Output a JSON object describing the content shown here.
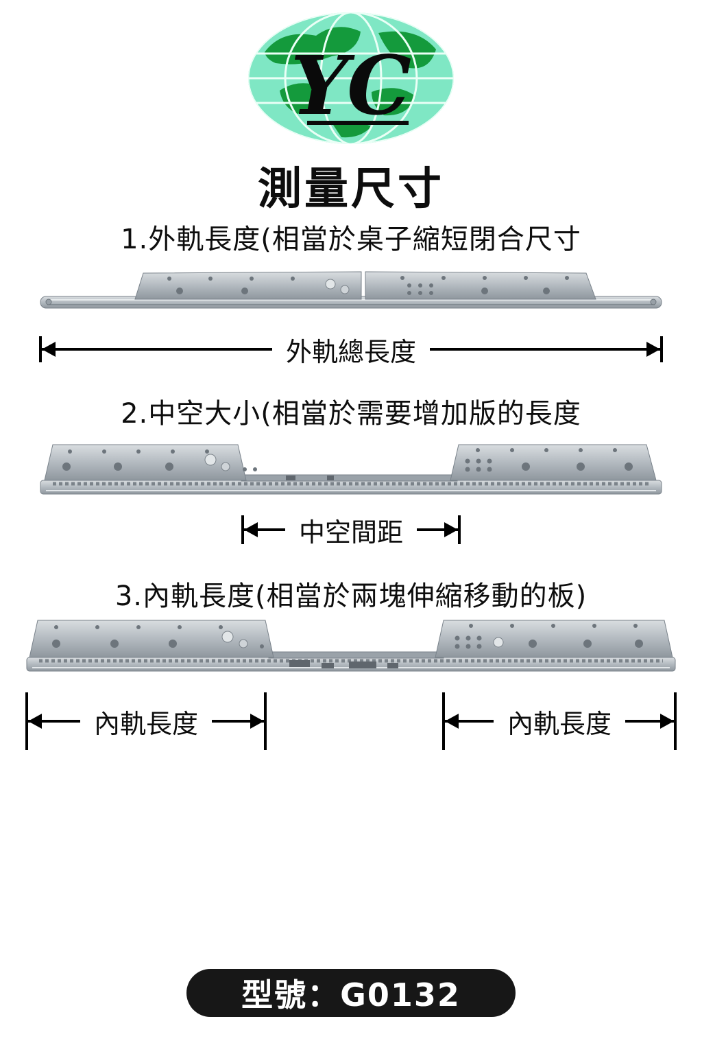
{
  "logo": {
    "text": "YC"
  },
  "title": "測量尺寸",
  "sections": {
    "s1": {
      "heading": "1.外軌長度(相當於桌子縮短閉合尺寸",
      "dim_label": "外軌總長度"
    },
    "s2": {
      "heading": "2.中空大小(相當於需要增加版的長度",
      "dim_label": "中空間距"
    },
    "s3": {
      "heading": "3.內軌長度(相當於兩塊伸縮移動的板)",
      "dim_label_left": "內軌長度",
      "dim_label_right": "內軌長度"
    }
  },
  "badge": {
    "model_label": "型號：G0132"
  },
  "colors": {
    "globe_sea": "#7fe7c4",
    "globe_land": "#149a3c",
    "rail_metal": "#b3bac0",
    "dim_line": "#000000",
    "badge_bg": "#171717",
    "badge_text": "#ffffff"
  }
}
